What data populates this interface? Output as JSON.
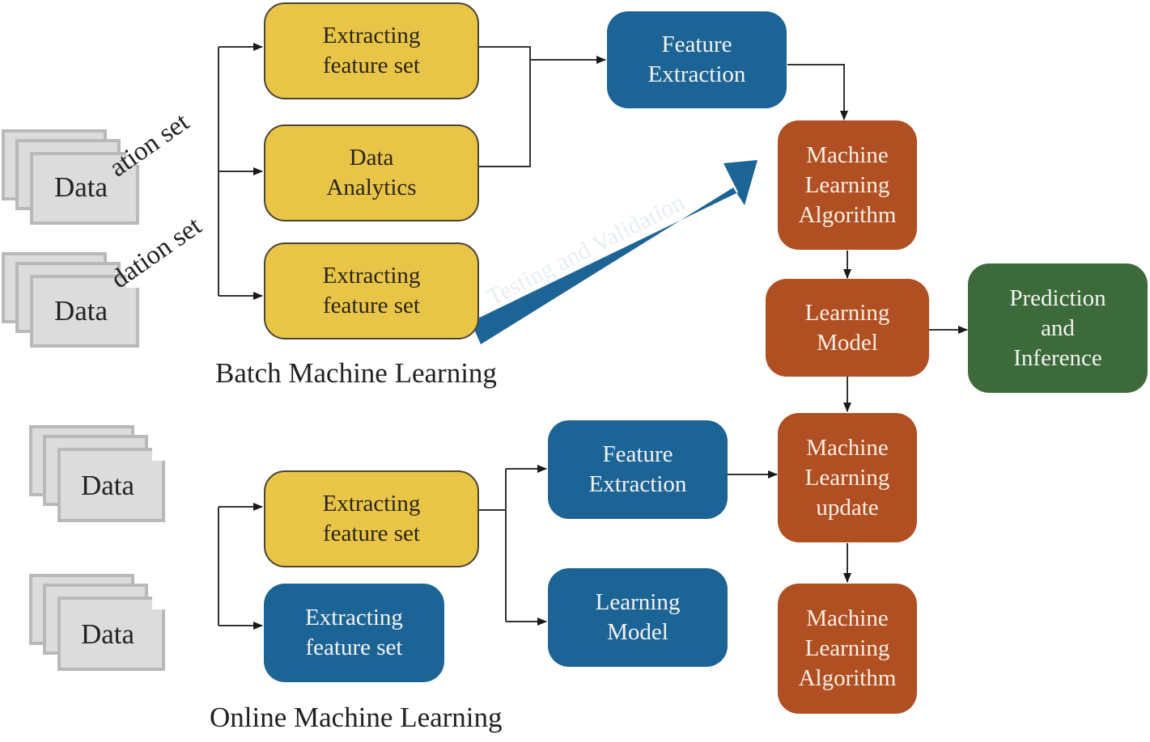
{
  "diagram": {
    "colors": {
      "feature_box": "#e8c547",
      "process_box": "#1d6496",
      "ml_box": "#b04f21",
      "output_box": "#3c6a3a",
      "data_doc": "#dcdcdc",
      "connector": "#333333"
    },
    "data_label": "Data",
    "validation_label_1": "ation set",
    "validation_label_2": "dation set",
    "batch": {
      "caption": "Batch Machine Learning",
      "extract_1": [
        "Extracting",
        "feature set"
      ],
      "analytics": [
        "Data",
        "Analytics"
      ],
      "extract_2": [
        "Extracting",
        "feature set"
      ],
      "feature_extraction": [
        "Feature",
        "Extraction"
      ],
      "testing_arrow_label": "Testing and Validation",
      "ml_algorithm": [
        "Machine",
        "Learning",
        "Algorithm"
      ],
      "learning_model": [
        "Learning",
        "Model"
      ],
      "prediction": [
        "Prediction",
        "and",
        "Inference"
      ]
    },
    "online": {
      "caption": "Online Machine Learning",
      "extract_yellow": [
        "Extracting",
        "feature set"
      ],
      "extract_blue": [
        "Extracting",
        "feature set"
      ],
      "feature_extraction": [
        "Feature",
        "Extraction"
      ],
      "learning_model": [
        "Learning",
        "Model"
      ],
      "ml_update": [
        "Machine",
        "Learning",
        "update"
      ],
      "ml_algorithm": [
        "Machine",
        "Learning",
        "Algorithm"
      ]
    }
  }
}
